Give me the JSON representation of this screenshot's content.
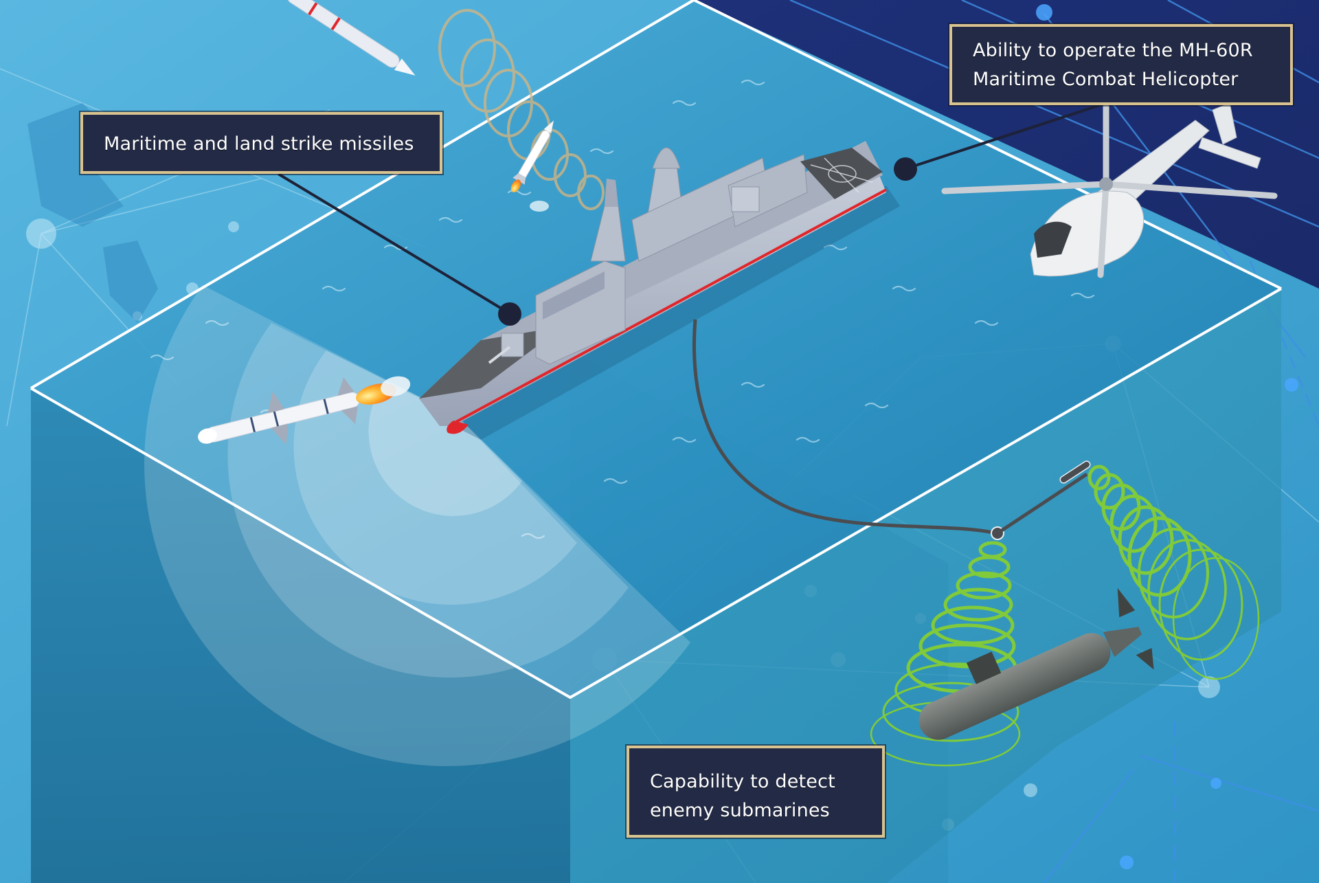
{
  "infographic": {
    "callouts": {
      "missiles": {
        "lines": [
          "Maritime and land strike missiles"
        ]
      },
      "helicopter": {
        "lines": [
          "Ability to operate the MH-60R",
          "Maritime Combat Helicopter"
        ]
      },
      "submarine": {
        "lines": [
          "Capability to detect",
          "enemy submarines"
        ]
      }
    },
    "colors": {
      "callout_background": "#232a45",
      "callout_border": "#d9c38f",
      "ocean_light": "#3fa6d4",
      "ocean_deep": "#1f6f93",
      "night_navy": "#1b2a63",
      "ship_hull": "#b9c0cf",
      "ship_waterline": "#e0262b",
      "sonar_green": "#8ad12c",
      "helicopter_body": "#eceef0"
    },
    "illustration": {
      "ship": "frigate",
      "aircraft": "MH-60R helicopter",
      "threat": "enemy submarine",
      "weapons": [
        "surface-launched missile",
        "vertical launched missile",
        "cruise missile"
      ]
    }
  }
}
